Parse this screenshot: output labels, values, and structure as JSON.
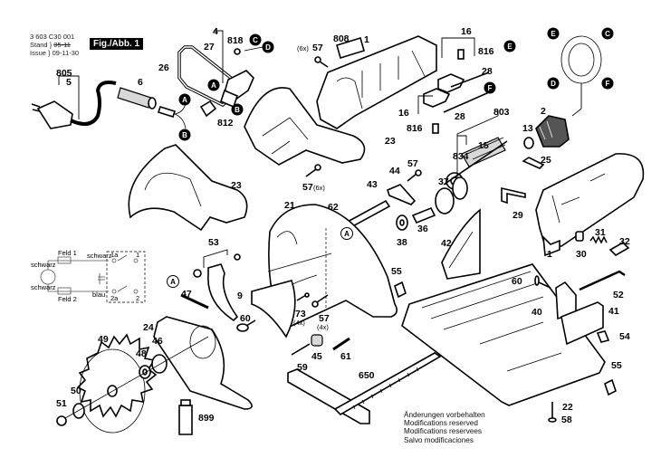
{
  "header": {
    "doc_number": "3 603 C30 001",
    "stand_label": "Stand",
    "issue_label": "Issue",
    "stand_value": "05-11",
    "issue_value": "09-11-30",
    "figure_label": "Fig./Abb. 1"
  },
  "notes": [
    "Änderungen vorbehalten",
    "Modifications reserved",
    "Modifications reservees",
    "Salvo modificaciones"
  ],
  "connector_markers": [
    "A",
    "B",
    "C",
    "D",
    "E",
    "F"
  ],
  "wiring_diagram": {
    "labels": {
      "feld1": "Feld 1",
      "feld2": "Feld 2",
      "schwarz_top_left": "schwarz",
      "schwarz_bottom_left": "schwarz",
      "schwarz_top_right": "schwarz",
      "blau": "blau",
      "term_1a": "1a",
      "term_1": "1",
      "term_2a": "2a",
      "term_2": "2"
    }
  },
  "part_labels": {
    "p805": "805",
    "p5": "5",
    "p6": "6",
    "p26": "26",
    "p27": "27",
    "p4": "4",
    "p818": "818",
    "p812": "812",
    "p57_6x_top": "57",
    "qty_6x_top": "(6x)",
    "p808": "808",
    "p1_top": "1",
    "p16_top": "16",
    "p816_top": "816",
    "p28_top": "28",
    "p16_mid": "16",
    "p816_mid": "816",
    "p28_mid": "28",
    "p23_right": "23",
    "p57_6x_mid": "57",
    "qty_6x_mid": "(6x)",
    "p23_left": "23",
    "p803": "803",
    "p13": "13",
    "p2": "2",
    "p15": "15",
    "p834": "834",
    "p25": "25",
    "p57_top_single": "57",
    "p44": "44",
    "p43": "43",
    "p37": "37",
    "p36": "36",
    "p38": "38",
    "p62": "62",
    "p21": "21",
    "p29": "29",
    "p1_motor": "1",
    "p30": "30",
    "p31": "31",
    "p32": "32",
    "p42": "42",
    "p53": "53",
    "p47": "47",
    "p9": "9",
    "p73": "73",
    "qty_4x_73": "(4x)",
    "p57_4x": "57",
    "qty_4x_57": "(4x)",
    "p60_left": "60",
    "p24": "24",
    "p49": "49",
    "p48": "48",
    "p46": "46",
    "p45": "45",
    "p61": "61",
    "p59": "59",
    "p50": "50",
    "p51": "51",
    "p899": "899",
    "p650": "650",
    "p55_mid": "55",
    "p60_right": "60",
    "p52": "52",
    "p40": "40",
    "p41": "41",
    "p54": "54",
    "p55_right": "55",
    "p22": "22",
    "p58": "58"
  }
}
